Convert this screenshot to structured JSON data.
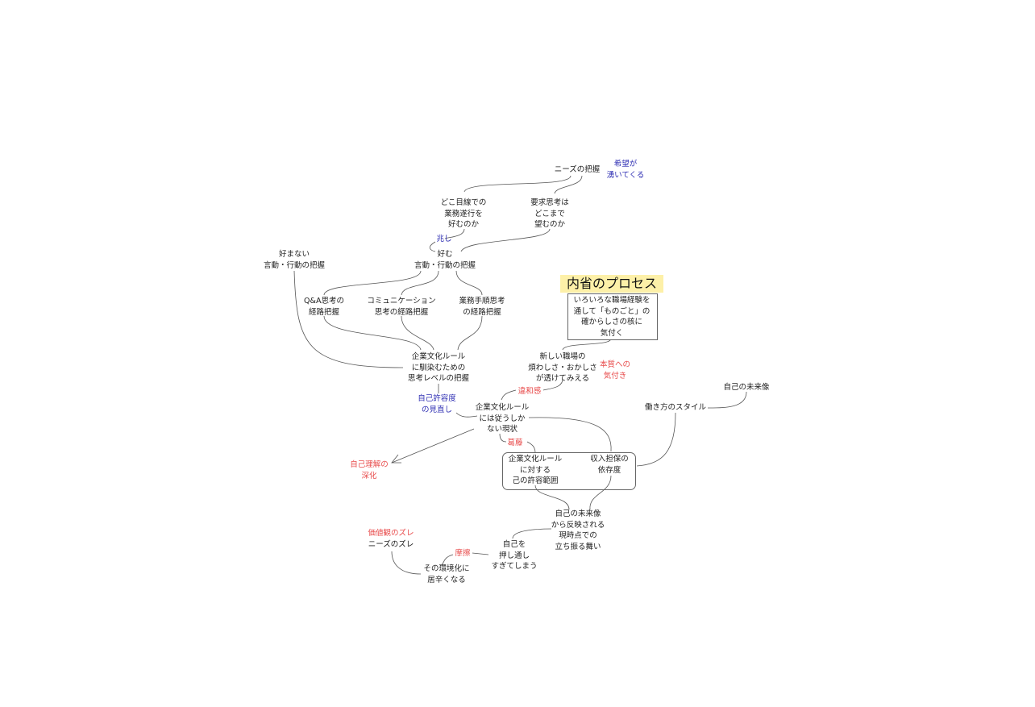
{
  "title": "内省のプロセス",
  "nodes": {
    "needs": "ニーズの把握",
    "hope": "希望が\n湧いてくる",
    "where": "どこ目線での\n業務遂行を\n好むのか",
    "demand": "要求思考は\nどこまで\n望むのか",
    "sign": "兆し",
    "likes": "好む\n言動・行動の把握",
    "dislikes": "好まない\n言動・行動の把握",
    "qa": "Q&A思考の\n経路把握",
    "comm": "コミュニケーション\n思考の経路把握",
    "proc": "業務手順思考\nの経路把握",
    "intro": "いろいろな職場経験を\n通して「ものごと」の\n確からしさの核に\n気付く",
    "culture": "企業文化ルール\nに馴染むための\n思考レベルの把握",
    "newjob": "新しい職場の\n煩わしさ・おかしさ\nが透けてみえる",
    "essence": "本質への\n気付き",
    "discomfort": "違和感",
    "tolerance_review": "自己許容度\nの見直し",
    "follow": "企業文化ルール\nには従うしか\nない現状",
    "conflict": "葛藤",
    "self_understanding": "自己理解の\n深化",
    "future_self_r": "自己の未来像",
    "work_style": "働き方のスタイル",
    "tolerance_range": "企業文化ルール\nに対する\n己の許容範囲",
    "income": "収入担保の\n依存度",
    "reflected": "自己の未来像\nから反映される\n現時点での\n立ち振る舞い",
    "push": "自己を\n押し通し\nすぎてしまう",
    "friction": "摩擦",
    "values_gap": "価値観のズレ",
    "needs_gap": "ニーズのズレ",
    "uncomfortable": "その環境化に\n居辛くなる"
  }
}
